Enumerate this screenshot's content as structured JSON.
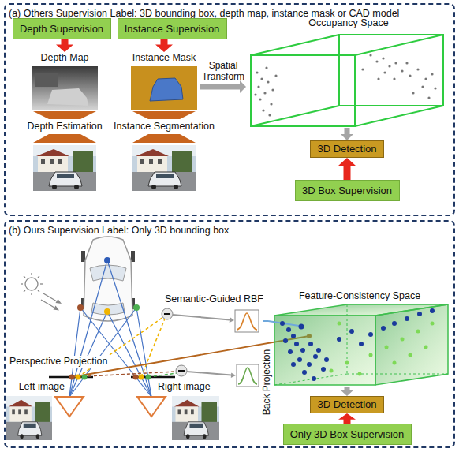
{
  "diagram": {
    "nodes": [
      {
        "text": [
          "(a) Others Supervision Label: 3D bounding box, depth map, instance mask or CAD model"
        ]
      },
      {
        "text": [
          "Depth Supervision"
        ],
        "in": 0
      },
      {
        "text": [
          "Instance Supervision"
        ],
        "in": 0
      },
      {
        "text": [
          "Depth Map"
        ],
        "in": 0
      },
      {
        "text": [
          "Instance Mask"
        ],
        "in": 0
      },
      {
        "text": [
          "Occupancy Space"
        ],
        "in": 0
      },
      {
        "text": [
          "3D Detection"
        ],
        "in": 0
      },
      {
        "text": [
          "3D Box Supervision"
        ],
        "in": 0
      },
      {
        "text": [
          "(b) Ours Supervision Label: Only 3D bounding box"
        ]
      },
      {
        "text": [
          "Semantic-Guided RBF"
        ],
        "in": 8
      },
      {
        "text": [
          "Feature-Consistency Space"
        ],
        "in": 8
      },
      {
        "text": [
          "3D Detection"
        ],
        "in": 8
      },
      {
        "text": [
          "Only 3D Box Supervision"
        ],
        "in": 8
      }
    ],
    "edges": [
      {
        "from": 1,
        "to": 3,
        "arrow": "to"
      },
      {
        "from": 2,
        "to": 4,
        "arrow": "to"
      },
      {
        "from": 4,
        "to": 5,
        "arrow": "to",
        "label": "Spatial Transform"
      },
      {
        "from": 5,
        "to": 6,
        "arrow": "to"
      },
      {
        "from": 7,
        "to": 6,
        "arrow": "to"
      },
      {
        "from": 9,
        "to": 10,
        "arrow": "none"
      },
      {
        "from": 10,
        "to": 11,
        "arrow": "to"
      },
      {
        "from": 12,
        "to": 11,
        "arrow": "to"
      }
    ],
    "labels": [
      "Depth Estimation",
      "Instance Segmentation",
      "Perspective Projection",
      "Left image",
      "Right image",
      "Back Projection"
    ]
  }
}
